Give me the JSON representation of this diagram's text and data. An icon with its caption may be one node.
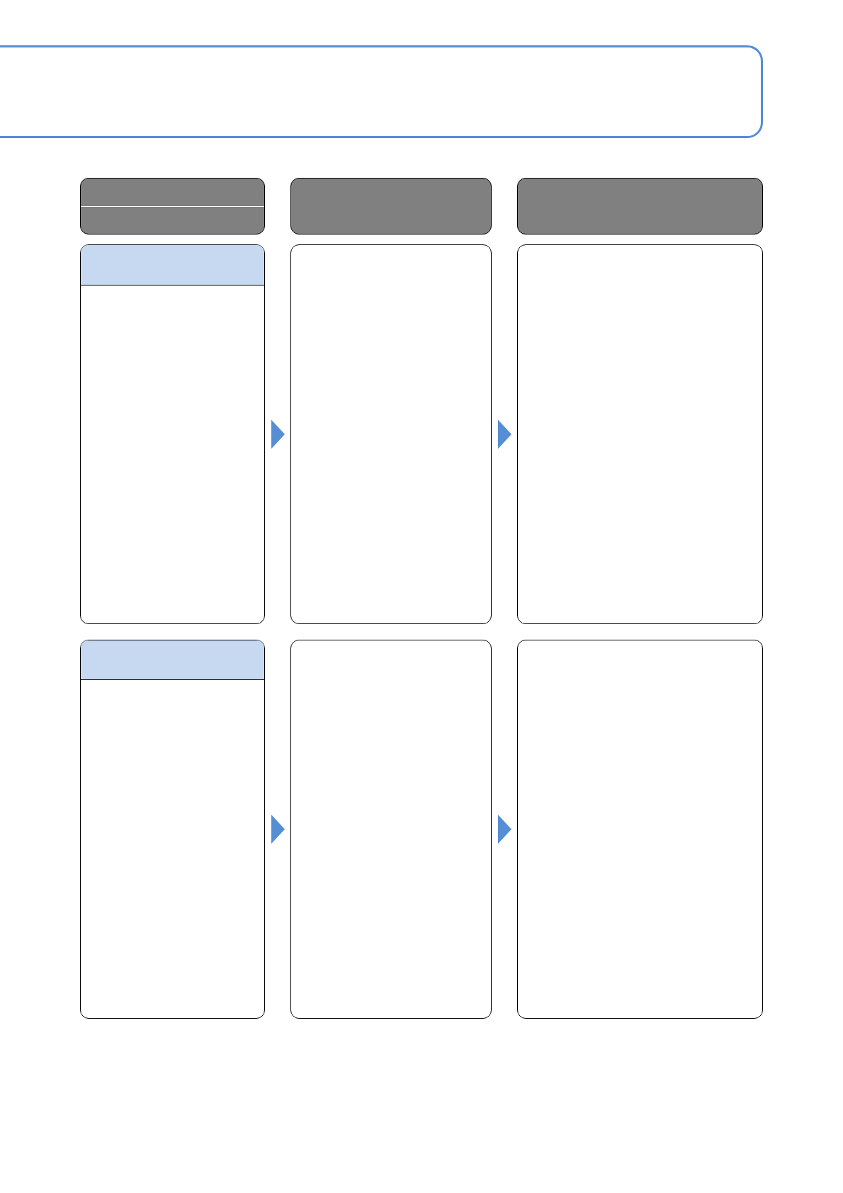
{
  "diagram": {
    "nodes": [
      {
        "text": [],
        "shape": "box"
      },
      {
        "text": [],
        "shape": "box"
      },
      {
        "text": [],
        "shape": "box"
      },
      {
        "text": [],
        "shape": "box"
      },
      {
        "text": [],
        "shape": "box"
      },
      {
        "text": [],
        "shape": "bar",
        "in": 4
      },
      {
        "text": [],
        "shape": "box"
      },
      {
        "text": [],
        "shape": "box"
      },
      {
        "text": [],
        "shape": "box"
      },
      {
        "text": [],
        "shape": "bar",
        "in": 8
      },
      {
        "text": [],
        "shape": "box"
      },
      {
        "text": [],
        "shape": "box"
      }
    ],
    "edges": [
      {
        "from": 4,
        "to": 6,
        "arrow": "to"
      },
      {
        "from": 6,
        "to": 7,
        "arrow": "to"
      },
      {
        "from": 8,
        "to": 10,
        "arrow": "to"
      },
      {
        "from": 10,
        "to": 11,
        "arrow": "to"
      }
    ]
  }
}
